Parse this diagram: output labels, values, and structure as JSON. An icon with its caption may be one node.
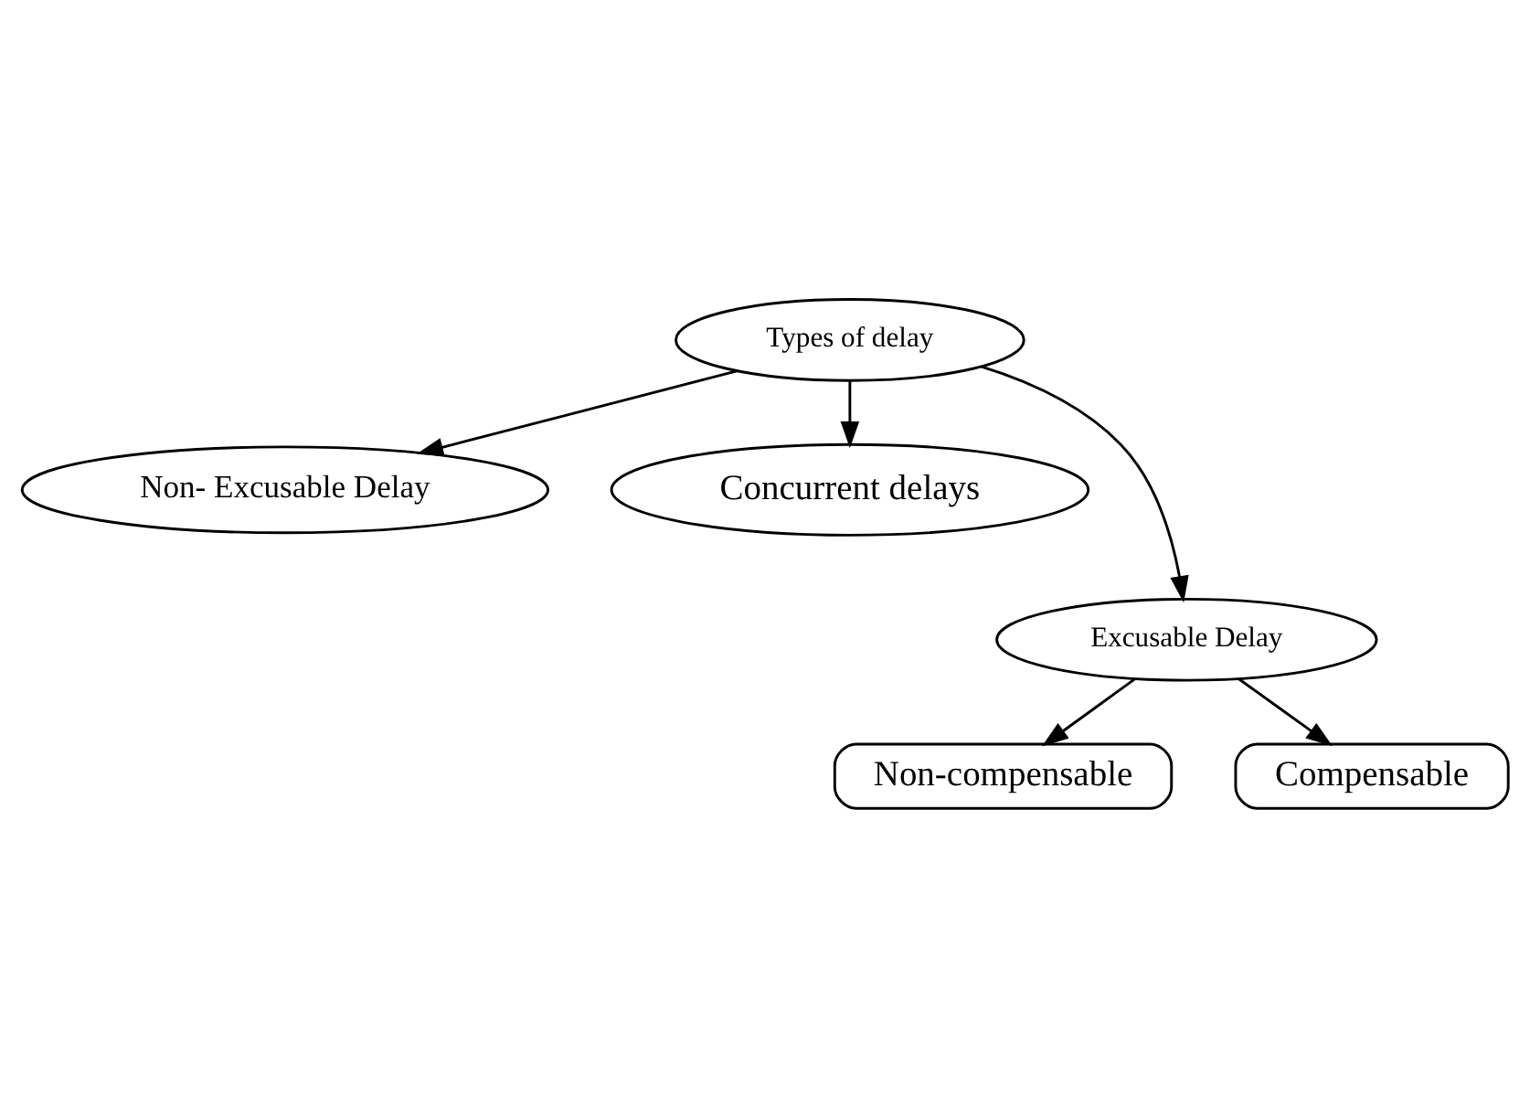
{
  "diagram": {
    "nodes": [
      {
        "text": [
          "Types of delay"
        ]
      },
      {
        "text": [
          "Non- Excusable Delay"
        ]
      },
      {
        "text": [
          "Concurrent delays"
        ]
      },
      {
        "text": [
          "Excusable Delay"
        ]
      },
      {
        "text": [
          "Non-compensable"
        ]
      },
      {
        "text": [
          "Compensable"
        ]
      }
    ],
    "edges": [
      {
        "from": 0,
        "to": 1,
        "arrow": "to"
      },
      {
        "from": 0,
        "to": 3,
        "arrow": "to"
      },
      {
        "from": 0,
        "to": 2,
        "arrow": "to"
      },
      {
        "from": 3,
        "to": 4,
        "arrow": "to"
      },
      {
        "from": 3,
        "to": 5,
        "arrow": "to"
      }
    ]
  }
}
